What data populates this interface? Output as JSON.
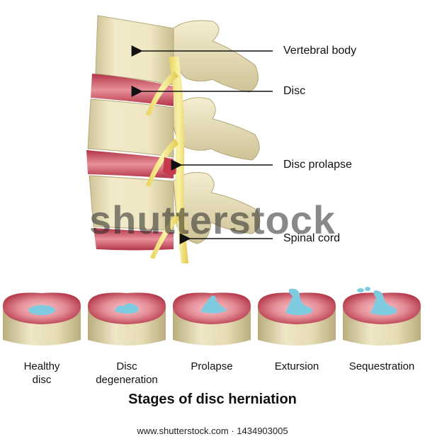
{
  "labels": {
    "vertebral_body": "Vertebral body",
    "disc": "Disc",
    "disc_prolapse": "Disc prolapse",
    "spinal_cord": "Spinal cord"
  },
  "stages": [
    {
      "line1": "Healthy",
      "line2": "disc"
    },
    {
      "line1": "Disc",
      "line2": "degeneration"
    },
    {
      "line1": "Prolapse",
      "line2": ""
    },
    {
      "line1": "Extursion",
      "line2": ""
    },
    {
      "line1": "Sequestration",
      "line2": ""
    }
  ],
  "title": "Stages of disc herniation",
  "watermark": "shutterstock",
  "site_id": "www.shutterstock.com · 1434903005",
  "colors": {
    "bone": "#ece3bf",
    "bone_shadow": "#c9bd8e",
    "disc_red": "#c9495a",
    "disc_pink": "#e58f98",
    "nucleus": "#7ecbe0",
    "nerve": "#f2e27a"
  }
}
